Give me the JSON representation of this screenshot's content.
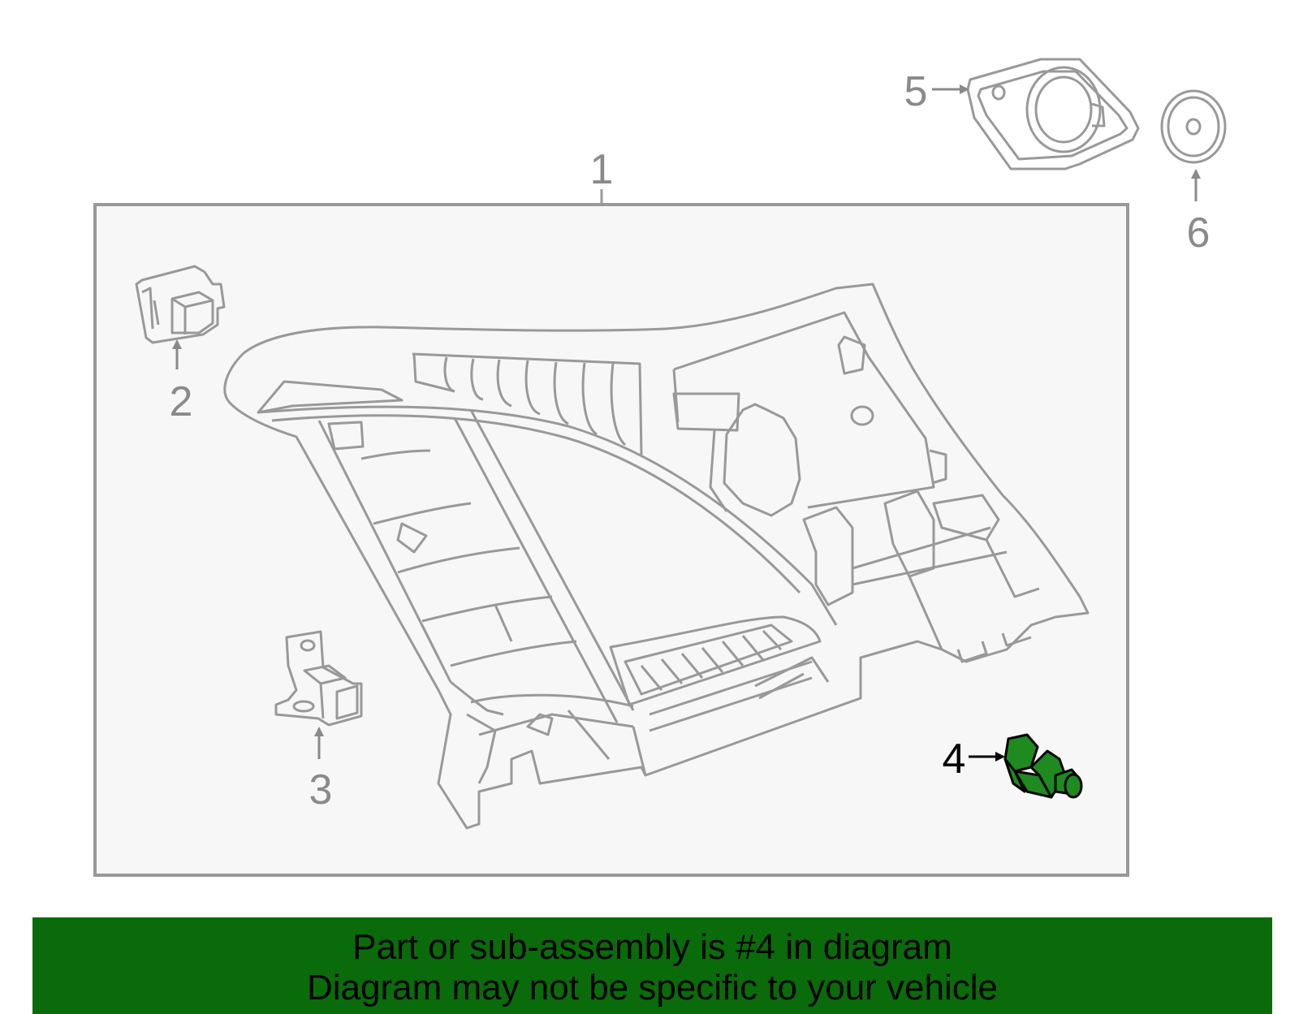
{
  "callouts": {
    "c1": "1",
    "c2": "2",
    "c3": "3",
    "c4": "4",
    "c5": "5",
    "c6": "6"
  },
  "highlighted_part": "4",
  "colors": {
    "line": "#999999",
    "box_fill": "#f7f7f7",
    "highlight_fill": "#1f8a1f",
    "banner_bg": "#0a6b0a"
  },
  "banner": {
    "line1": "Part or sub-assembly is #4 in diagram",
    "line2": "Diagram may not be specific to your vehicle"
  }
}
